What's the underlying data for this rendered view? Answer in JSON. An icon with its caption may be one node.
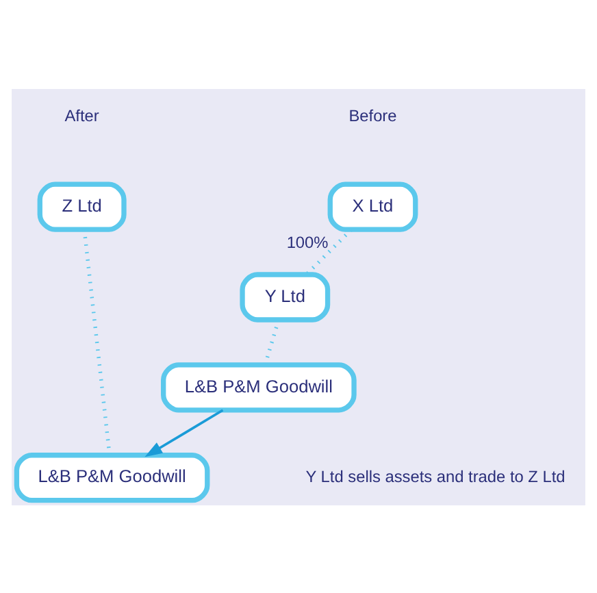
{
  "diagram": {
    "nodes": [
      {
        "text": [
          "X Ltd"
        ]
      },
      {
        "text": [
          "Y Ltd"
        ]
      },
      {
        "text": [
          "L&B P&M Goodwill"
        ]
      },
      {
        "text": [
          "Z Ltd"
        ]
      },
      {
        "text": [
          "L&B P&M Goodwill"
        ]
      }
    ],
    "edges": [
      {
        "from": 0,
        "to": 1,
        "arrow": "none",
        "label": "100%",
        "style": "dashed"
      },
      {
        "from": 1,
        "to": 2,
        "arrow": "none",
        "style": "dashed"
      },
      {
        "from": 3,
        "to": 4,
        "arrow": "none",
        "style": "dashed"
      },
      {
        "from": 2,
        "to": 4,
        "arrow": "to",
        "color": "#1a9bd7"
      }
    ],
    "labels": [
      "Before",
      "After",
      "Y Ltd sells assets and trade to Z Ltd"
    ]
  }
}
